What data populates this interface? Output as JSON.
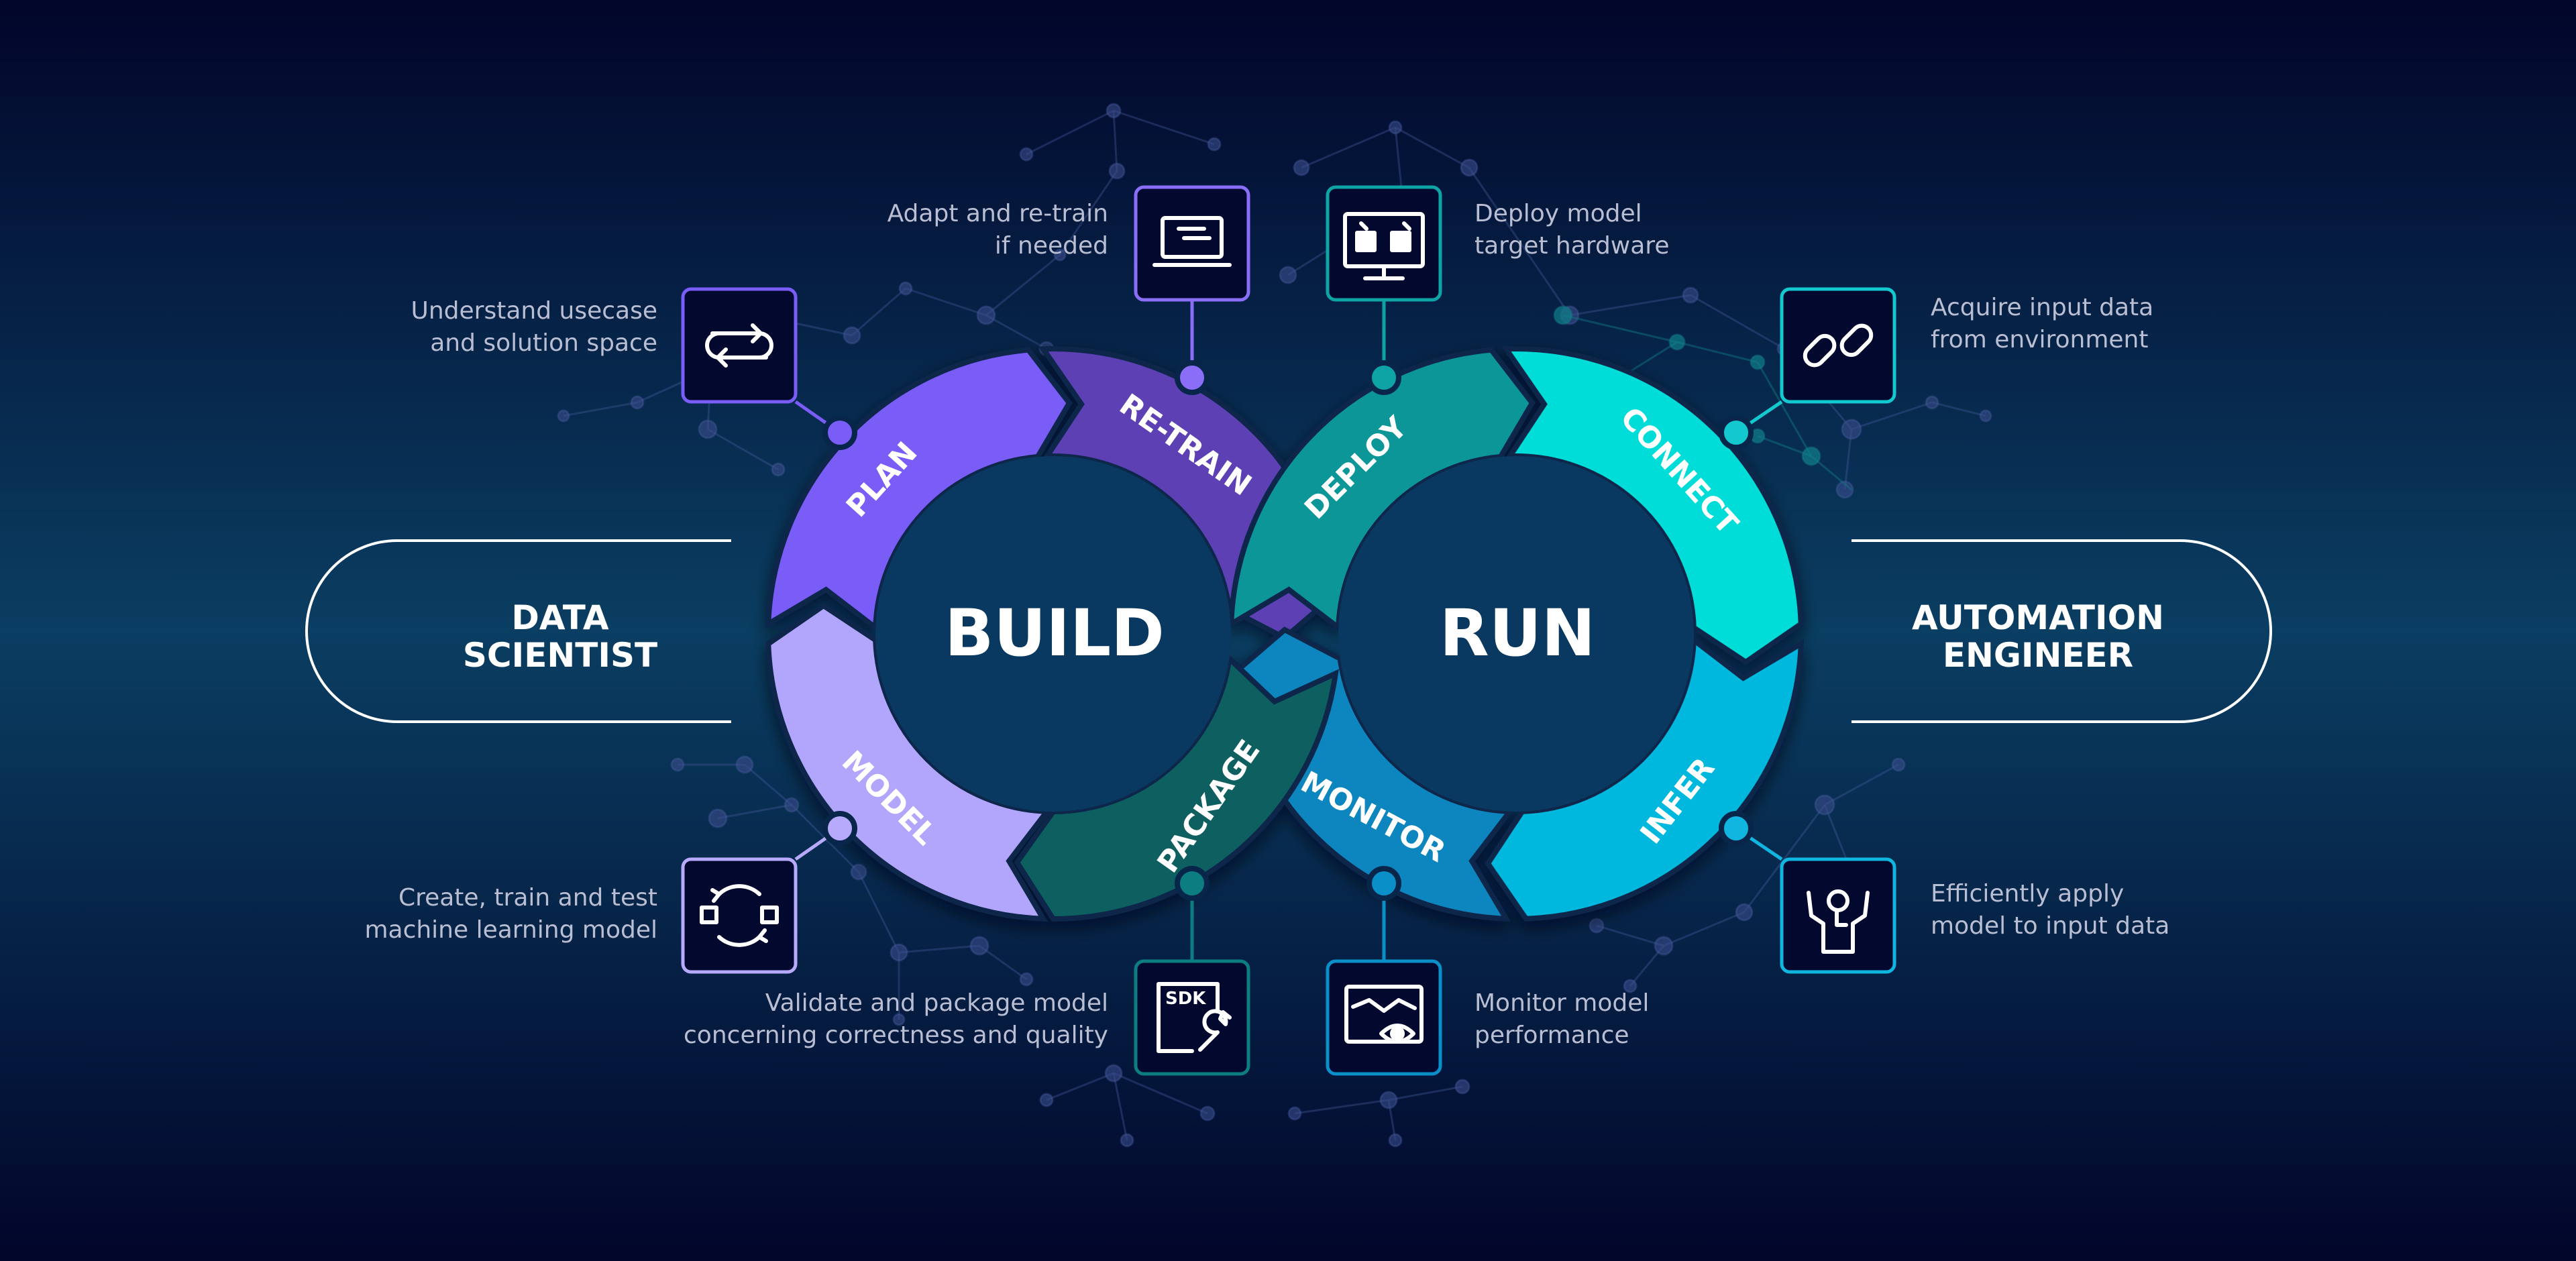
{
  "diagram": {
    "build": {
      "title": "BUILD"
    },
    "run": {
      "title": "RUN"
    },
    "roles": {
      "left": {
        "line1": "DATA",
        "line2": "SCIENTIST"
      },
      "right": {
        "line1": "AUTOMATION",
        "line2": "ENGINEER"
      }
    },
    "stages": {
      "plan": {
        "label": "PLAN",
        "line1": "Understand usecase",
        "line2": "and solution space",
        "icon": "cycle-arrows-icon",
        "color": "#7a5cf6"
      },
      "retrain": {
        "label": "RE-TRAIN",
        "line1": "Adapt and re-train",
        "line2": "if needed",
        "icon": "laptop-icon",
        "color": "#5d3fb4"
      },
      "model": {
        "label": "MODEL",
        "line1": "Create, train and test",
        "line2": "machine learning model",
        "icon": "refresh-icon",
        "color": "#b1a6fb"
      },
      "package": {
        "label": "PACKAGE",
        "line1": "Validate and package model",
        "line2": "concerning correctness and quality",
        "icon": "sdk-wrench-icon",
        "color": "#0d5e60"
      },
      "deploy": {
        "label": "DEPLOY",
        "line1": "Deploy model",
        "line2": "target hardware",
        "icon": "monitor-icon",
        "color": "#0b9698"
      },
      "connect": {
        "label": "CONNECT",
        "line1": "Acquire input data",
        "line2": "from environment",
        "icon": "link-icon",
        "color": "#03dcd8"
      },
      "monitor": {
        "label": "MONITOR",
        "line1": "Monitor model",
        "line2": "performance",
        "icon": "chart-eye-icon",
        "color": "#0a85be"
      },
      "infer": {
        "label": "INFER",
        "line1": "Efficiently apply",
        "line2": "model to input data",
        "icon": "operator-icon",
        "color": "#06b8de"
      }
    }
  }
}
